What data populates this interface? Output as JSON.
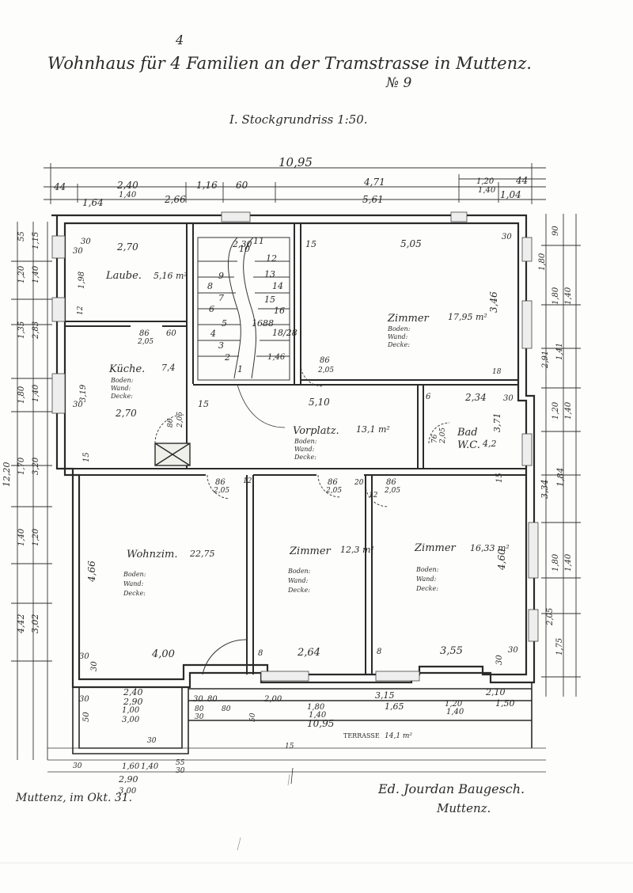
{
  "header": {
    "number": "4",
    "title": "Wohnhaus für 4 Familien an der Tramstrasse in Muttenz.",
    "sheet_no": "№ 9",
    "subtitle": "I. Stockgrundriss 1:50."
  },
  "rooms": {
    "laube": {
      "name": "Laube.",
      "area": "5,16 m²"
    },
    "kueche": {
      "name": "Küche.",
      "area": "7,4",
      "specs": [
        "Boden:",
        "Wand:",
        "Decke:"
      ]
    },
    "stair": {
      "value": "1688",
      "fraction": "18/28",
      "steps": [
        "1",
        "2",
        "3",
        "4",
        "5",
        "6",
        "7",
        "8",
        "9",
        "10",
        "11",
        "12",
        "13",
        "14",
        "15",
        "16"
      ]
    },
    "zimmer_top": {
      "name": "Zimmer",
      "area": "17,95 m²",
      "specs": [
        "Boden:",
        "Wand:",
        "Decke:"
      ]
    },
    "vorplatz": {
      "name": "Vorplatz.",
      "area": "13,1 m²",
      "specs": [
        "Boden:",
        "Wand:",
        "Decke:"
      ]
    },
    "bad": {
      "name": "Bad",
      "wc": "W.C.",
      "area": "4,2"
    },
    "wohnzimmer": {
      "name": "Wohnzim.",
      "area": "22,75",
      "specs": [
        "Boden:",
        "Wand:",
        "Decke:"
      ]
    },
    "zimmer_mid": {
      "name": "Zimmer",
      "area": "12,3 m²",
      "specs": [
        "Boden:",
        "Wand:",
        "Decke:"
      ]
    },
    "zimmer_right": {
      "name": "Zimmer",
      "area": "16,33 m²",
      "specs": [
        "Boden:",
        "Wand:",
        "Decke:"
      ]
    },
    "terrasse": {
      "name": "TERRASSE",
      "area": "14,1 m²"
    }
  },
  "dimensions": {
    "top_total": "10,95",
    "top_row1": [
      "44",
      "2,40",
      "1,40",
      "1,16",
      "60",
      "4,71",
      "1,20",
      "1,40",
      "44"
    ],
    "top_row2": [
      "1,64",
      "2,66",
      "5,61",
      "1,04"
    ],
    "interior": [
      "2,70",
      "2,30",
      "5,05",
      "15",
      "30",
      "30",
      "30",
      "1,98",
      "12",
      "86",
      "2,05",
      "60",
      "86",
      "2,05",
      "1,46",
      "3,46",
      "18",
      "3,19",
      "30",
      "2,70",
      "15",
      "5,10",
      "6",
      "2,34",
      "30",
      "86",
      "2,05",
      "3,71",
      "76",
      "2,05",
      "15",
      "86",
      "2,05",
      "86",
      "2,05",
      "86",
      "2,05",
      "12",
      "20",
      "12",
      "15",
      "4,66",
      "4,60",
      "30",
      "30",
      "4,00",
      "8",
      "2,64",
      "8",
      "3,55",
      "30",
      "30"
    ],
    "left_side": [
      "55",
      "1,15",
      "1,20",
      "1,40",
      "1,35",
      "2,83",
      "1,80",
      "1,40",
      "1,70",
      "3,20",
      "12,20",
      "1,40",
      "1,20",
      "4,42",
      "3,02"
    ],
    "right_side": [
      "90",
      "1,80",
      "1,80",
      "1,40",
      "2,91",
      "1,41",
      "1,20",
      "1,40",
      "3,34",
      "1,84",
      "1,80",
      "1,40",
      "2,05",
      "1,75"
    ],
    "bottom_row1": [
      "30",
      "80",
      "2,40",
      "2,90",
      "30",
      "80",
      "80",
      "2,00",
      "3,15",
      "2,10"
    ],
    "bottom_row2": [
      "1,80",
      "1,65",
      "1,20",
      "1,50"
    ],
    "bottom_row3": [
      "50",
      "30",
      "1,00",
      "50",
      "1,40",
      "1,40",
      "30",
      "15"
    ],
    "bottom_row4": [
      "3,00",
      "10,95",
      "1,60",
      "1,40",
      "2,90",
      "3,00",
      "30",
      "55",
      "30"
    ]
  },
  "footer": {
    "place_date": "Muttenz, im Okt. 31.",
    "firm_line1": "Ed. Jourdan Baugesch.",
    "firm_line2": "Muttenz."
  }
}
